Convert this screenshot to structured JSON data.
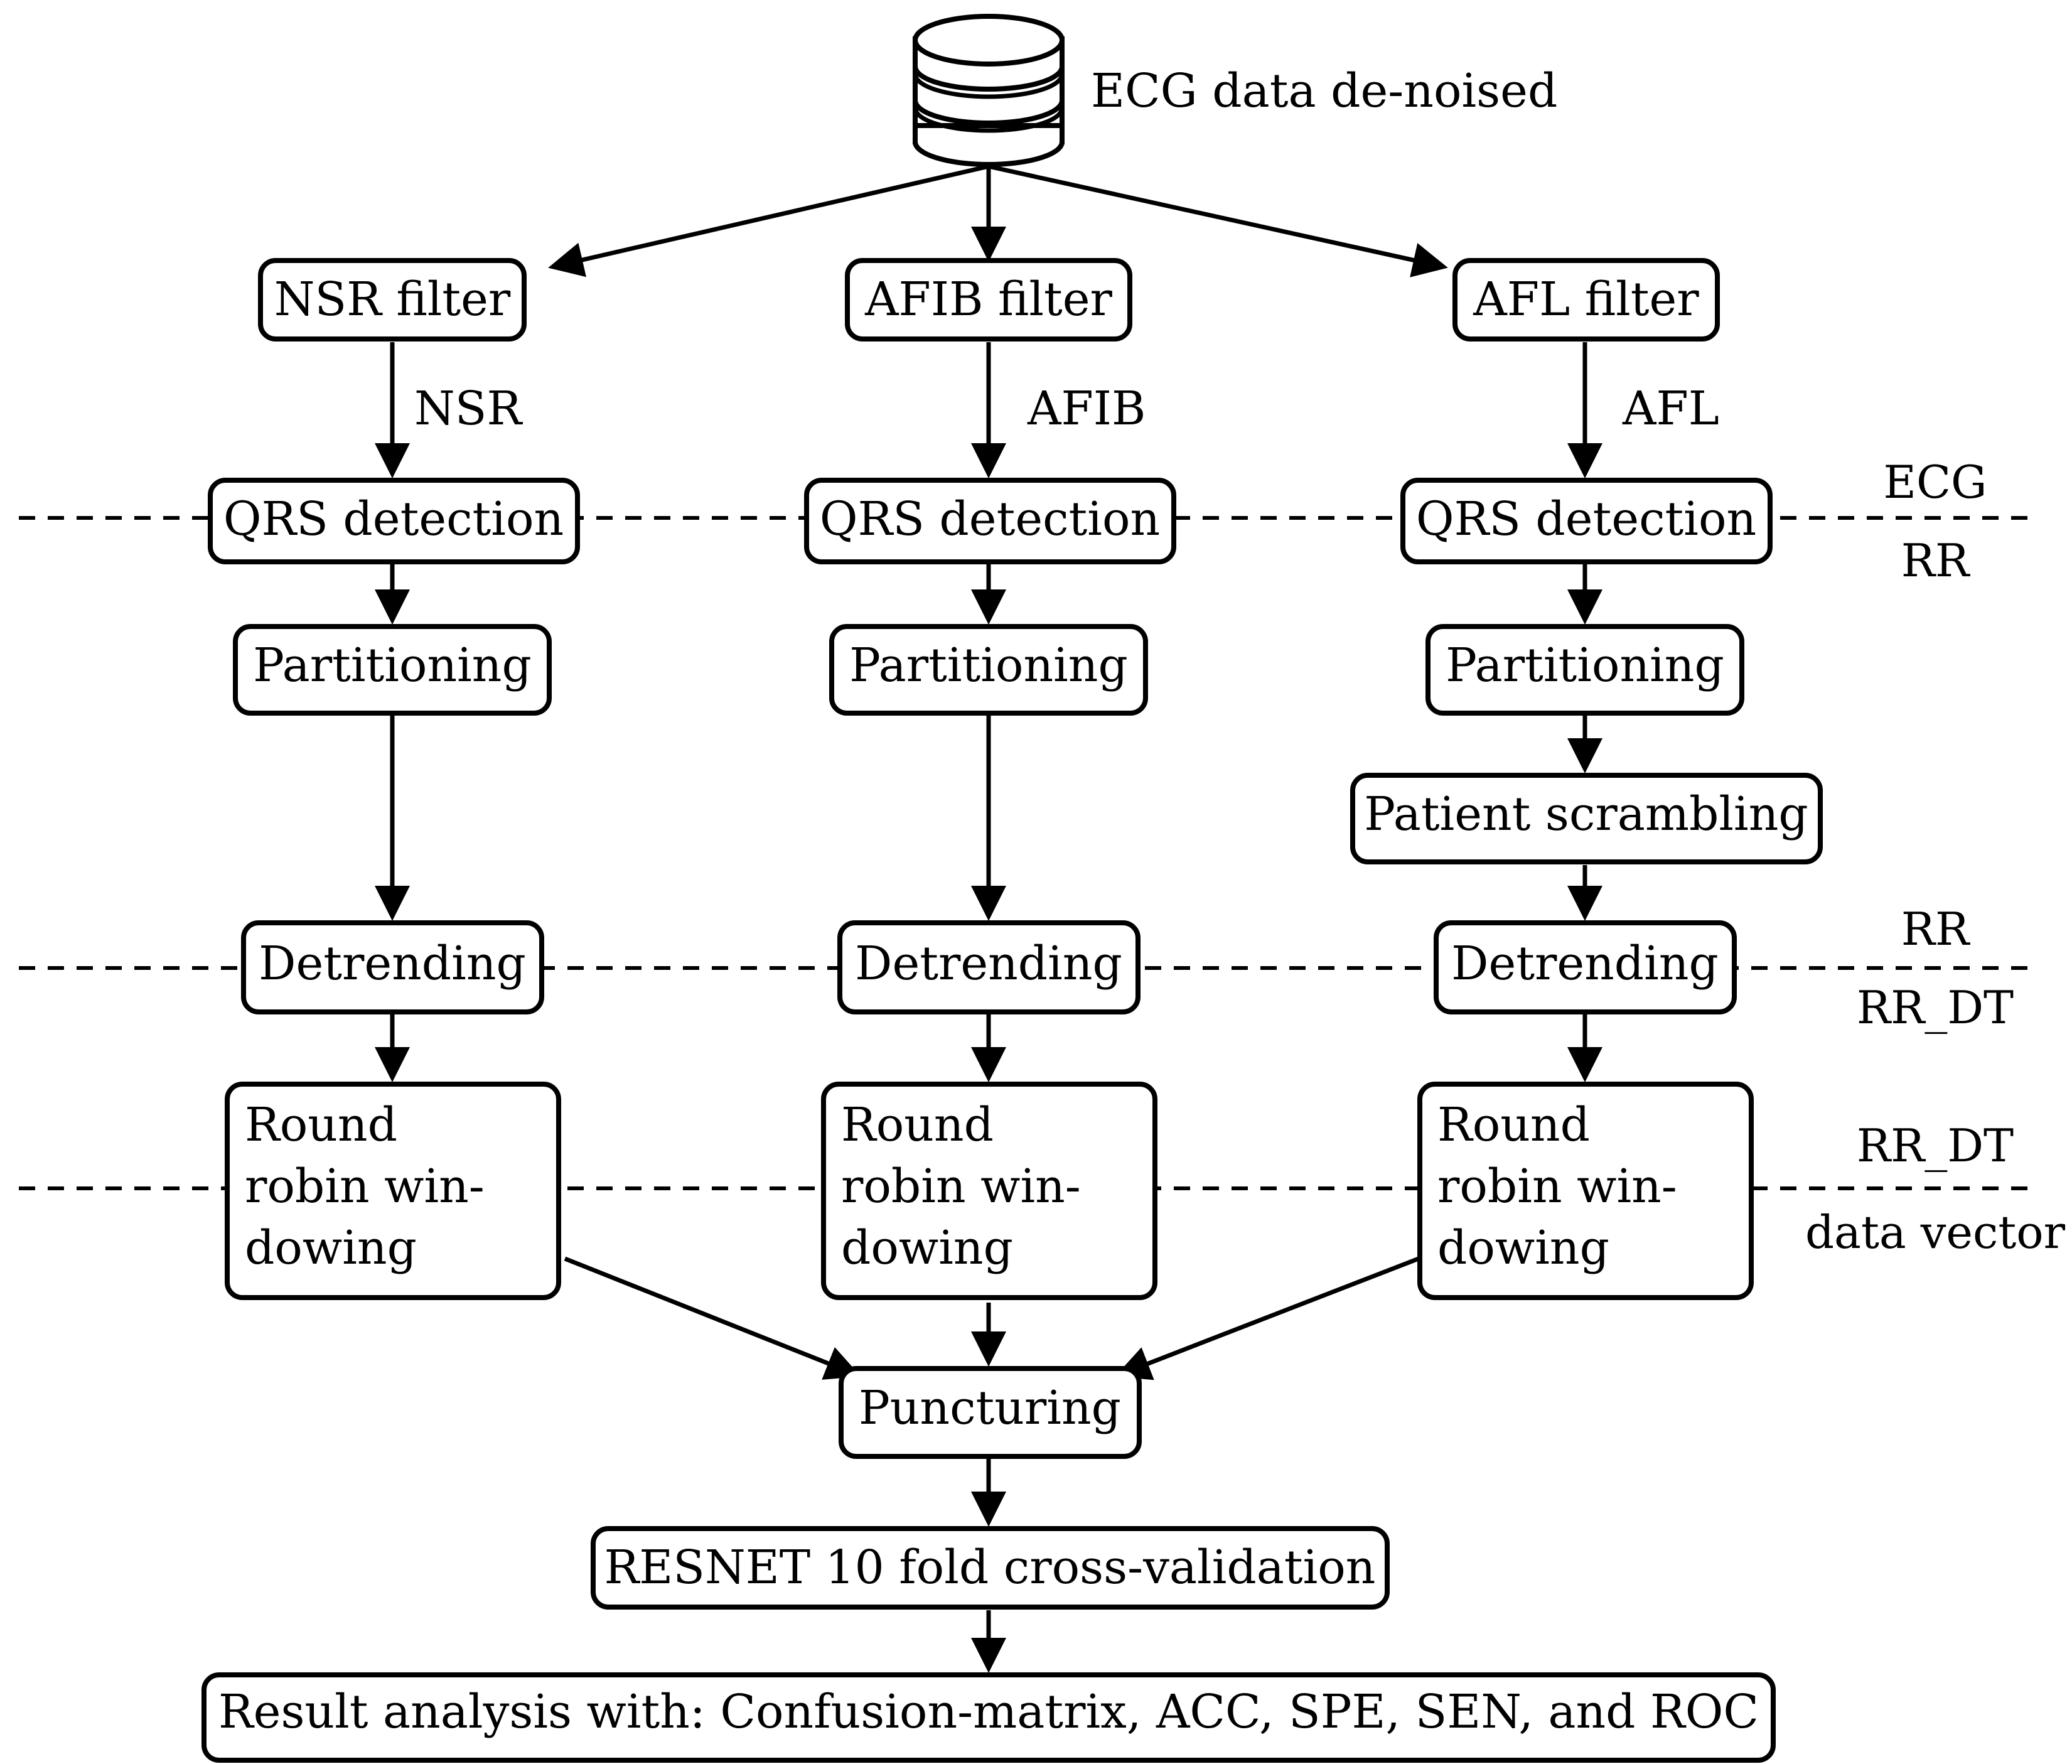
{
  "title": "ECG data de-noised",
  "filters": [
    "NSR filter",
    "AFIB filter",
    "AFL filter"
  ],
  "classes": [
    "NSR",
    "AFIB",
    "AFL"
  ],
  "qrs": "QRS detection",
  "partitioning": "Partitioning",
  "scrambling": "Patient scrambling",
  "detrending": "Detrending",
  "windowing": [
    "Round",
    "robin win-",
    "dowing"
  ],
  "puncturing": "Puncturing",
  "resnet": "RESNET 10 fold cross-validation",
  "result": "Result analysis with: Confusion-matrix, ACC, SPE, SEN, and ROC",
  "side_labels": {
    "ecg": "ECG",
    "rr_1": "RR",
    "rr_2": "RR",
    "rr_dt_1": "RR_DT",
    "rr_dt_2": "RR_DT",
    "data_vector": "data vector"
  }
}
